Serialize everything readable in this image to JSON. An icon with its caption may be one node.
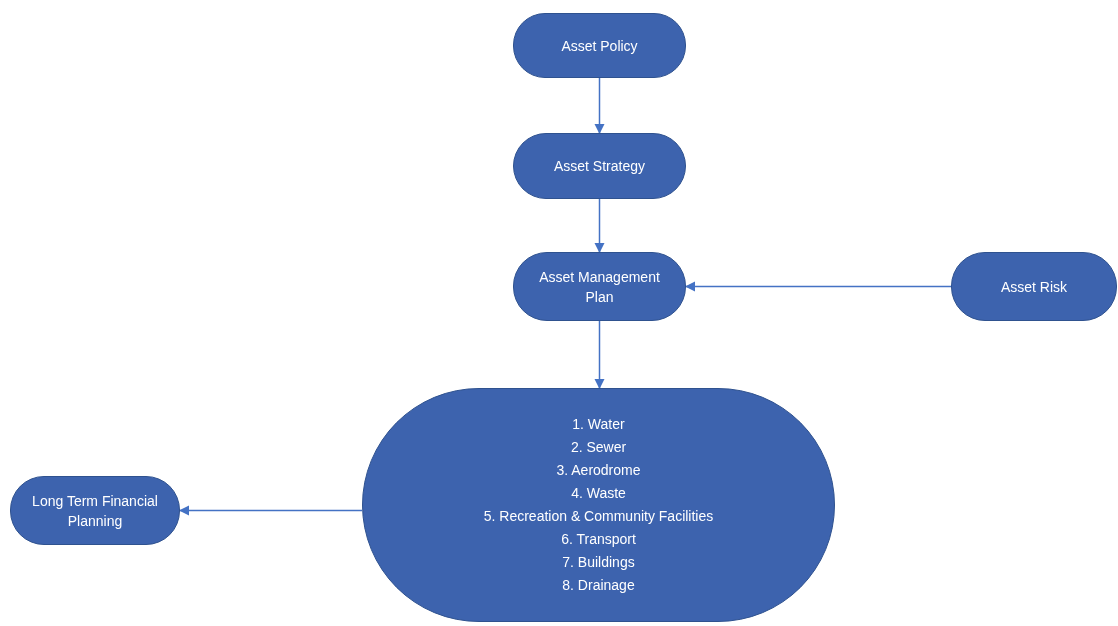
{
  "diagram": {
    "nodes": [
      {
        "text": [
          "Asset Policy"
        ]
      },
      {
        "text": [
          "Asset Strategy"
        ]
      },
      {
        "text": [
          "Asset Management Plan"
        ]
      },
      {
        "text": [
          "Asset Risk"
        ]
      },
      {
        "text": [
          "1. Water",
          "2. Sewer",
          "3. Aerodrome",
          "4. Waste",
          "5. Recreation & Community Facilities",
          "6. Transport",
          "7. Buildings",
          "8. Drainage"
        ]
      },
      {
        "text": [
          "Long Term Financial Planning"
        ]
      }
    ],
    "edges": [
      {
        "from": 0,
        "to": 1,
        "arrow": "to"
      },
      {
        "from": 1,
        "to": 2,
        "arrow": "to"
      },
      {
        "from": 3,
        "to": 2,
        "arrow": "to"
      },
      {
        "from": 2,
        "to": 4,
        "arrow": "to"
      },
      {
        "from": 4,
        "to": 5,
        "arrow": "to"
      }
    ]
  }
}
